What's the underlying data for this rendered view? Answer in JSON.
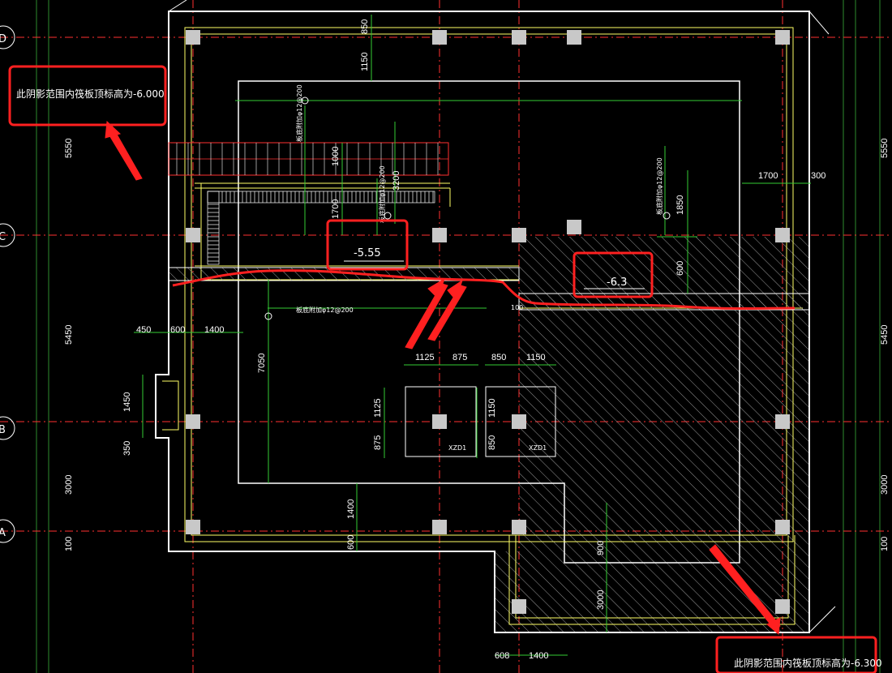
{
  "grid_labels": {
    "D": "D",
    "C": "C",
    "B": "B",
    "A": "A"
  },
  "left_dims": [
    "5550",
    "5450",
    "3000",
    "100"
  ],
  "right_dims": [
    "5550",
    "5450",
    "3000",
    "100"
  ],
  "annotations": {
    "top_left": "此阴影范围内筏板顶标高为-6.000",
    "bottom_right": "此阴影范围内筏板顶标高为-6.300"
  },
  "levels": {
    "mid": "-5.55",
    "right": "-6.3"
  },
  "dims": {
    "d850": "850",
    "d1150": "1150",
    "d1000": "1000",
    "d1700a": "1700",
    "d3200": "3200",
    "d1700b": "1700",
    "d300": "300",
    "d1850": "1850",
    "d600a": "600",
    "d450": "450",
    "d600b": "600",
    "d1400a": "1400",
    "d7050": "7050",
    "d1125a": "1125",
    "d875a": "875",
    "d850b": "850",
    "d1150b": "1150",
    "d1125b": "1125",
    "d875b": "875",
    "d1150c": "1150",
    "d850c": "850",
    "d1450": "1450",
    "d350": "350",
    "d1400b": "1400",
    "d600c": "600",
    "d900": "900",
    "d3000": "3000",
    "d608": "608",
    "d1400c": "1400",
    "d100": "100"
  },
  "rebar": {
    "top": "板底附加φ12@200",
    "mid": "板底附加φ12@200",
    "right": "板底附加φ12@200",
    "vert": "板底附加φ12@200"
  },
  "labels": {
    "xzd1a": "XZD1",
    "xzd1b": "XZD1"
  },
  "colors": {
    "white": "#ffffff",
    "yellow": "#ffff66",
    "green": "#33cc33",
    "red": "#ff2020",
    "hatch": "#cccccc",
    "column": "#c8c8c8",
    "axis_red": "#ff3030"
  }
}
